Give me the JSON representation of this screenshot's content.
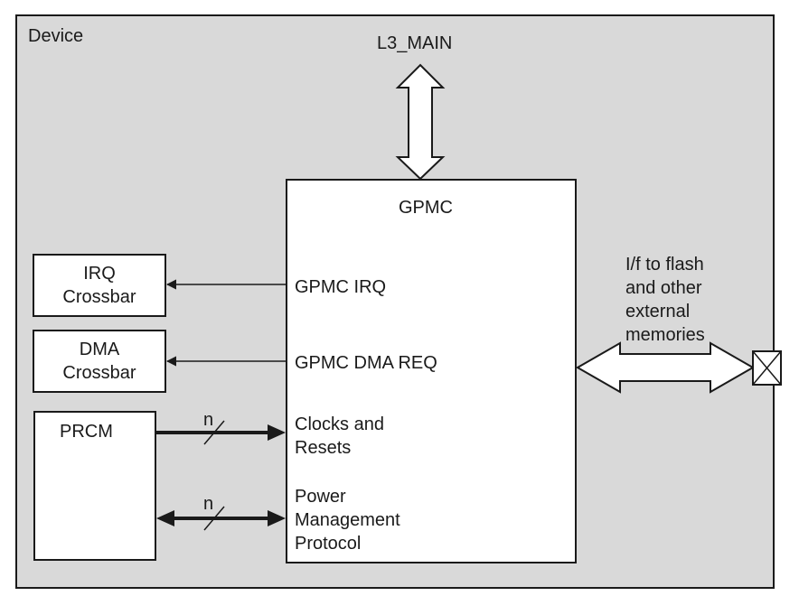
{
  "device": {
    "label": "Device"
  },
  "bus": {
    "label": "L3_MAIN"
  },
  "gpmc": {
    "title": "GPMC",
    "ports": {
      "irq": "GPMC IRQ",
      "dma": "GPMC DMA REQ",
      "clocks_line1": "Clocks and",
      "clocks_line2": "Resets",
      "power_line1": "Power",
      "power_line2": "Management",
      "power_line3": "Protocol"
    }
  },
  "irq_crossbar": {
    "line1": "IRQ",
    "line2": "Crossbar"
  },
  "dma_crossbar": {
    "line1": "DMA",
    "line2": "Crossbar"
  },
  "prcm": {
    "label": "PRCM"
  },
  "bus_width_labels": {
    "clocks": "n",
    "power": "n"
  },
  "external": {
    "line1": "I/f to flash",
    "line2": "and other",
    "line3": "external",
    "line4": "memories"
  },
  "colors": {
    "device_fill": "#d9d9d9",
    "box_fill": "#ffffff",
    "stroke": "#1a1a1a"
  }
}
